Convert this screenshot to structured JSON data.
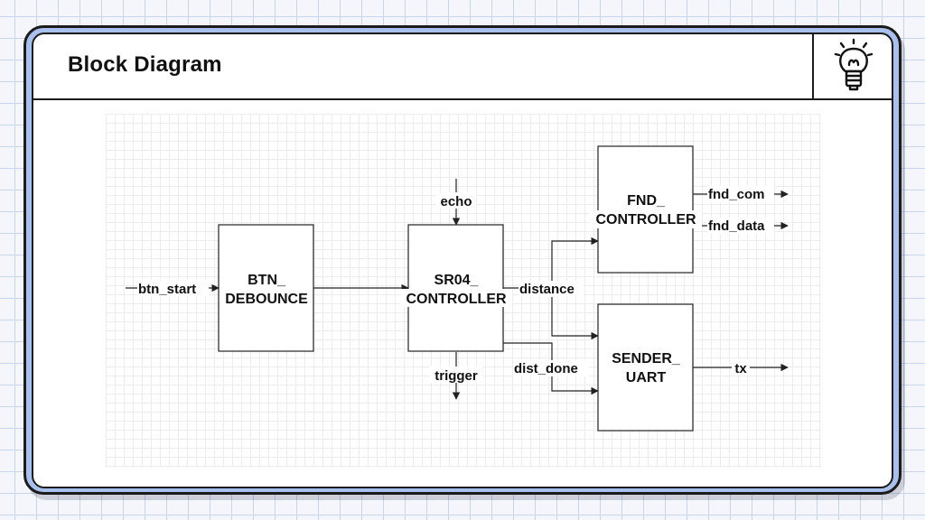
{
  "slide": {
    "title": "Block Diagram",
    "icon": "lightbulb-icon"
  },
  "diagram": {
    "blocks": {
      "btn_debounce": [
        "BTN_",
        "DEBOUNCE"
      ],
      "sr04_controller": [
        "SR04_",
        "CONTROLLER"
      ],
      "fnd_controller": [
        "FND_",
        "CONTROLLER"
      ],
      "sender_uart": [
        "SENDER_",
        "UART"
      ]
    },
    "signals": {
      "btn_start": "btn_start",
      "echo": "echo",
      "trigger": "trigger",
      "distance": "distance",
      "dist_done": "dist_done",
      "fnd_com": "fnd_com",
      "fnd_data": "fnd_data",
      "tx": "tx"
    }
  }
}
